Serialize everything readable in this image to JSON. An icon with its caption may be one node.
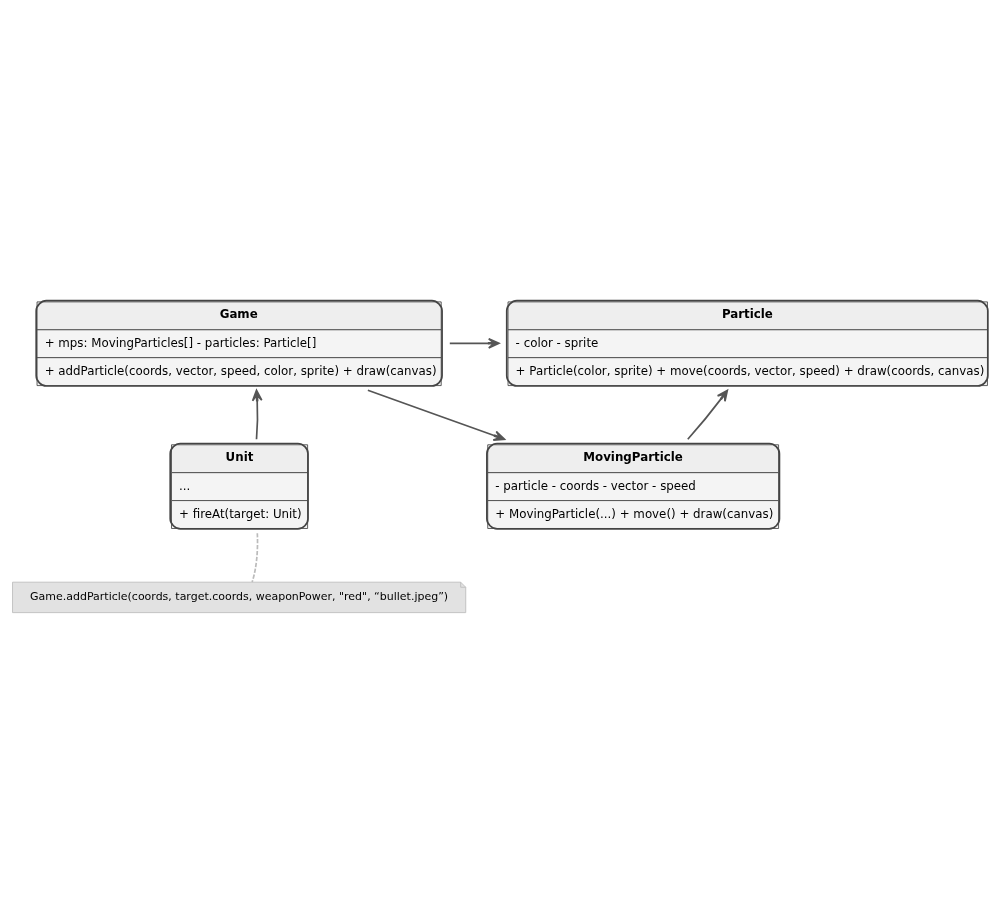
{
  "diagram": {
    "nodes": [
      {
        "text": [
          "Game",
          "+ mps: MovingParticles[] - particles: Particle[]",
          "+ addParticle(coords, vector, speed, color, sprite) + draw(canvas)"
        ]
      },
      {
        "text": [
          "Particle",
          "- color - sprite",
          "+ Particle(color, sprite) + move(coords, vector, speed) + draw(coords, canvas)"
        ]
      },
      {
        "text": [
          "Unit",
          "...",
          "+ fireAt(target: Unit)"
        ]
      },
      {
        "text": [
          "MovingParticle",
          "- particle - coords - vector - speed",
          "+ MovingParticle(...) + move() + draw(canvas)"
        ]
      },
      {
        "text": [
          "Game.addParticle(coords, target.coords, weaponPower, \"red\", “bullet.jpeg”)"
        ]
      }
    ],
    "edges": [
      {
        "from": 0,
        "to": 1,
        "arrow": "to"
      },
      {
        "from": 0,
        "to": 3,
        "arrow": "to"
      },
      {
        "from": 3,
        "to": 1,
        "arrow": "to"
      },
      {
        "from": 2,
        "to": 0,
        "arrow": "to"
      },
      {
        "from": 2,
        "to": 4,
        "arrow": "none",
        "style": "dashed",
        "color": "#bbbbbb"
      }
    ]
  }
}
